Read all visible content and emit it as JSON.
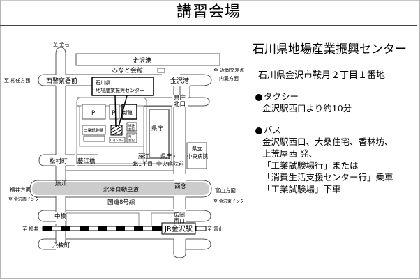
{
  "page": {
    "title": "講習会場"
  },
  "venue": {
    "name": "石川県地場産業振興センター",
    "address": "石川県金沢市鞍月２丁目１番地"
  },
  "access": [
    {
      "mode": "タクシー",
      "icon": "bullet-icon",
      "lines": [
        "金沢駅西口より約10分"
      ]
    },
    {
      "mode": "バス",
      "icon": "bullet-icon",
      "lines": [
        "金沢駅西口、大桑住宅、香林坊、",
        "上荒屋西 発、",
        "「工業試験場行」または",
        "「消費生活支援センター行」乗車",
        "「工業試験場」下車"
      ]
    }
  ],
  "map": {
    "callout": [
      "石川県",
      "地場産業振興センター"
    ],
    "labels": {
      "to_kanaiwa": "至 金石",
      "to_matsunin": "至 松任方面",
      "to_chikaoka": "至 近岡交差点",
      "uchinada": "内灘方面",
      "kanazawako_top": "金沢港",
      "minato_kaikan": "みなと会館",
      "nishi_keisatsu": "西警察署前",
      "kanazawako_road": "金沢港",
      "kencho_kitaguchi_1": "県庁",
      "kencho_kitaguchi_2": "北口",
      "kencho": "県庁",
      "kenritsu_hospital_1": "県立",
      "kenritsu_hospital_2": "中央病院",
      "matsumuramachi": "松村町",
      "fujiebashi": "藤江橋",
      "fujie_stop": "藤江",
      "kencho_stop": "県庁・",
      "kita1": "北1丁目",
      "chuo_byoin_mae": "中央病院前",
      "fukui_houmen": "福井方面",
      "kanazawa_nishi_ic": "至 金沢西インター",
      "fujie": "藤江",
      "hokuriku_expressway": "北陸自動車道",
      "sainen": "西念",
      "toyama_houmen": "富山方面",
      "kanazawa_higashi_ic": "至 金沢東インター",
      "route8": "国道8号線",
      "nakahashi": "中橋",
      "hirooka_1": "広岡",
      "hirooka_2": "西口",
      "to_fukui": "至 福井",
      "jr_kanazawa": "JR金沢駅",
      "to_toyama": "至 富山",
      "rokumaimachi": "六枚町",
      "parking": "P",
      "shinkan": "新館",
      "nido_shikenjo": "二業試験場",
      "ryutsu_kaikan_1": "繊維",
      "ryutsu_kaikan_2": "会館",
      "shoko_kaikan_1": "商工",
      "shoko_kaikan_2": "会館",
      "it_center": "ITセンター"
    }
  },
  "colors": {
    "road_line": "#555555",
    "expressway_fill": "#cccccc",
    "frame_border": "#b4b4b4",
    "block_border": "#888888"
  }
}
